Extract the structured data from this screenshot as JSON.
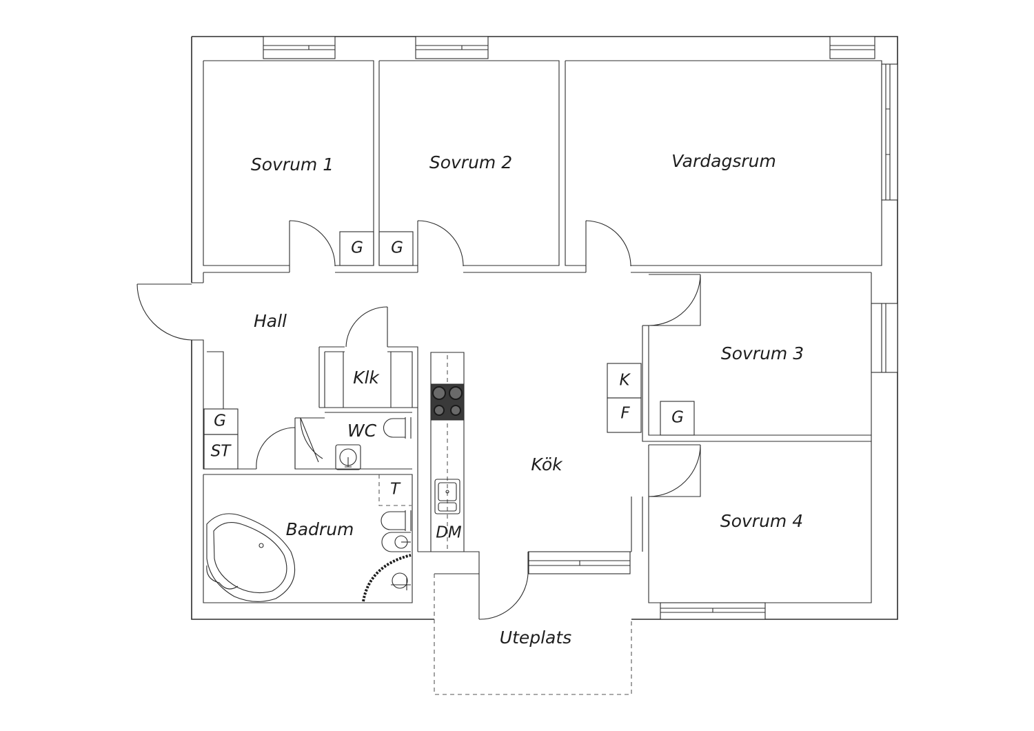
{
  "rooms": {
    "sovrum1": "Sovrum 1",
    "sovrum2": "Sovrum 2",
    "vardagsrum": "Vardagsrum",
    "hall": "Hall",
    "klk": "Klk",
    "wc": "WC",
    "sovrum3": "Sovrum 3",
    "kok": "Kök",
    "badrum": "Badrum",
    "sovrum4": "Sovrum 4",
    "uteplats": "Uteplats"
  },
  "fixtures": {
    "g": "G",
    "st": "ST",
    "k": "K",
    "f": "F",
    "t": "T",
    "dm": "DM"
  },
  "colors": {
    "line": "#2b2b2b",
    "stove": "#3a3a3a",
    "background": "#ffffff"
  }
}
